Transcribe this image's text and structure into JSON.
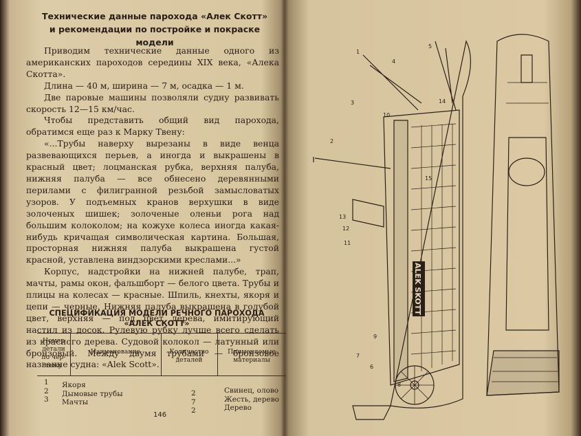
{
  "left_page": {
    "heading_line1": "Технические данные парохода «Алек Скотт»",
    "heading_line2": "и рекомендации по постройке и покраске модели",
    "paragraphs": [
      "Приводим технические данные одного из американских пароходов середины XIX века, «Алека Скотта».",
      "Длина — 40 м, ширина — 7 м, осадка — 1 м.",
      "Две паровые машины позволяли судну развивать скорость 12—15 км/час.",
      "Чтобы представить общий вид парохода, обратимся еще раз к Марку Твену:",
      "«...Трубы наверху вырезаны в виде венца развевающихся перьев, а иногда и выкрашены в красный цвет; лоцманская рубка, верхняя палуба, нижняя палуба — все обнесено деревянными перилами с филигранной резьбой замысловатых узоров. У подъемных кранов верхушки в виде золоченых шишек; золоченые оленьи рога над большим колоколом; на кожухе колеса иногда какая-нибудь кричащая символическая картина. Большая, просторная нижняя палуба выкрашена густой красной, уставлена виндзорскими креслами...»",
      "Корпус, надстройки на нижней палубе, трап, мачты, рамы окон, фальшборт — белого цвета. Трубы и плицы на колесах — красные. Шпиль, кнехты, якоря и цепи — черные. Нижняя палуба выкрашена в голубой цвет, верхняя — под цвет дерева, имитирующий настил из досок. Рулевую рубку лучше всего сделать из красного дерева. Судовой колокол — латунный или бронзовый. Между двумя трубами — бронзовое название судна: «Alek Scott»."
    ],
    "spec_title_line1": "СПЕЦИФИКАЦИЯ МОДЕЛИ РЕЧНОГО ПАРОХОДА",
    "spec_title_line2": "«АЛЕК СКОТТ»",
    "table_headers": {
      "number": [
        "Номер",
        "детали",
        "по чер-",
        "тежу"
      ],
      "name": "Наименование",
      "quantity": [
        "Количество",
        "деталей"
      ],
      "materials": [
        "Применяемые",
        "материалы"
      ]
    },
    "table_rows": [
      {
        "number": "1",
        "name": "Якоря",
        "quantity": "2",
        "materials": "Свинец, олово"
      },
      {
        "number": "2",
        "name": "Дымовые трубы",
        "quantity": "7",
        "materials": "Жесть, дерево"
      },
      {
        "number": "3",
        "name": "Мачты",
        "quantity": "2",
        "materials": "Дерево"
      }
    ],
    "page_number": "146"
  },
  "drawing": {
    "name_plate": "ALEK SKOTT",
    "callouts": [
      "1",
      "2",
      "3",
      "4",
      "5",
      "6",
      "7",
      "8",
      "9",
      "10",
      "11",
      "12",
      "13",
      "14",
      "15"
    ]
  }
}
